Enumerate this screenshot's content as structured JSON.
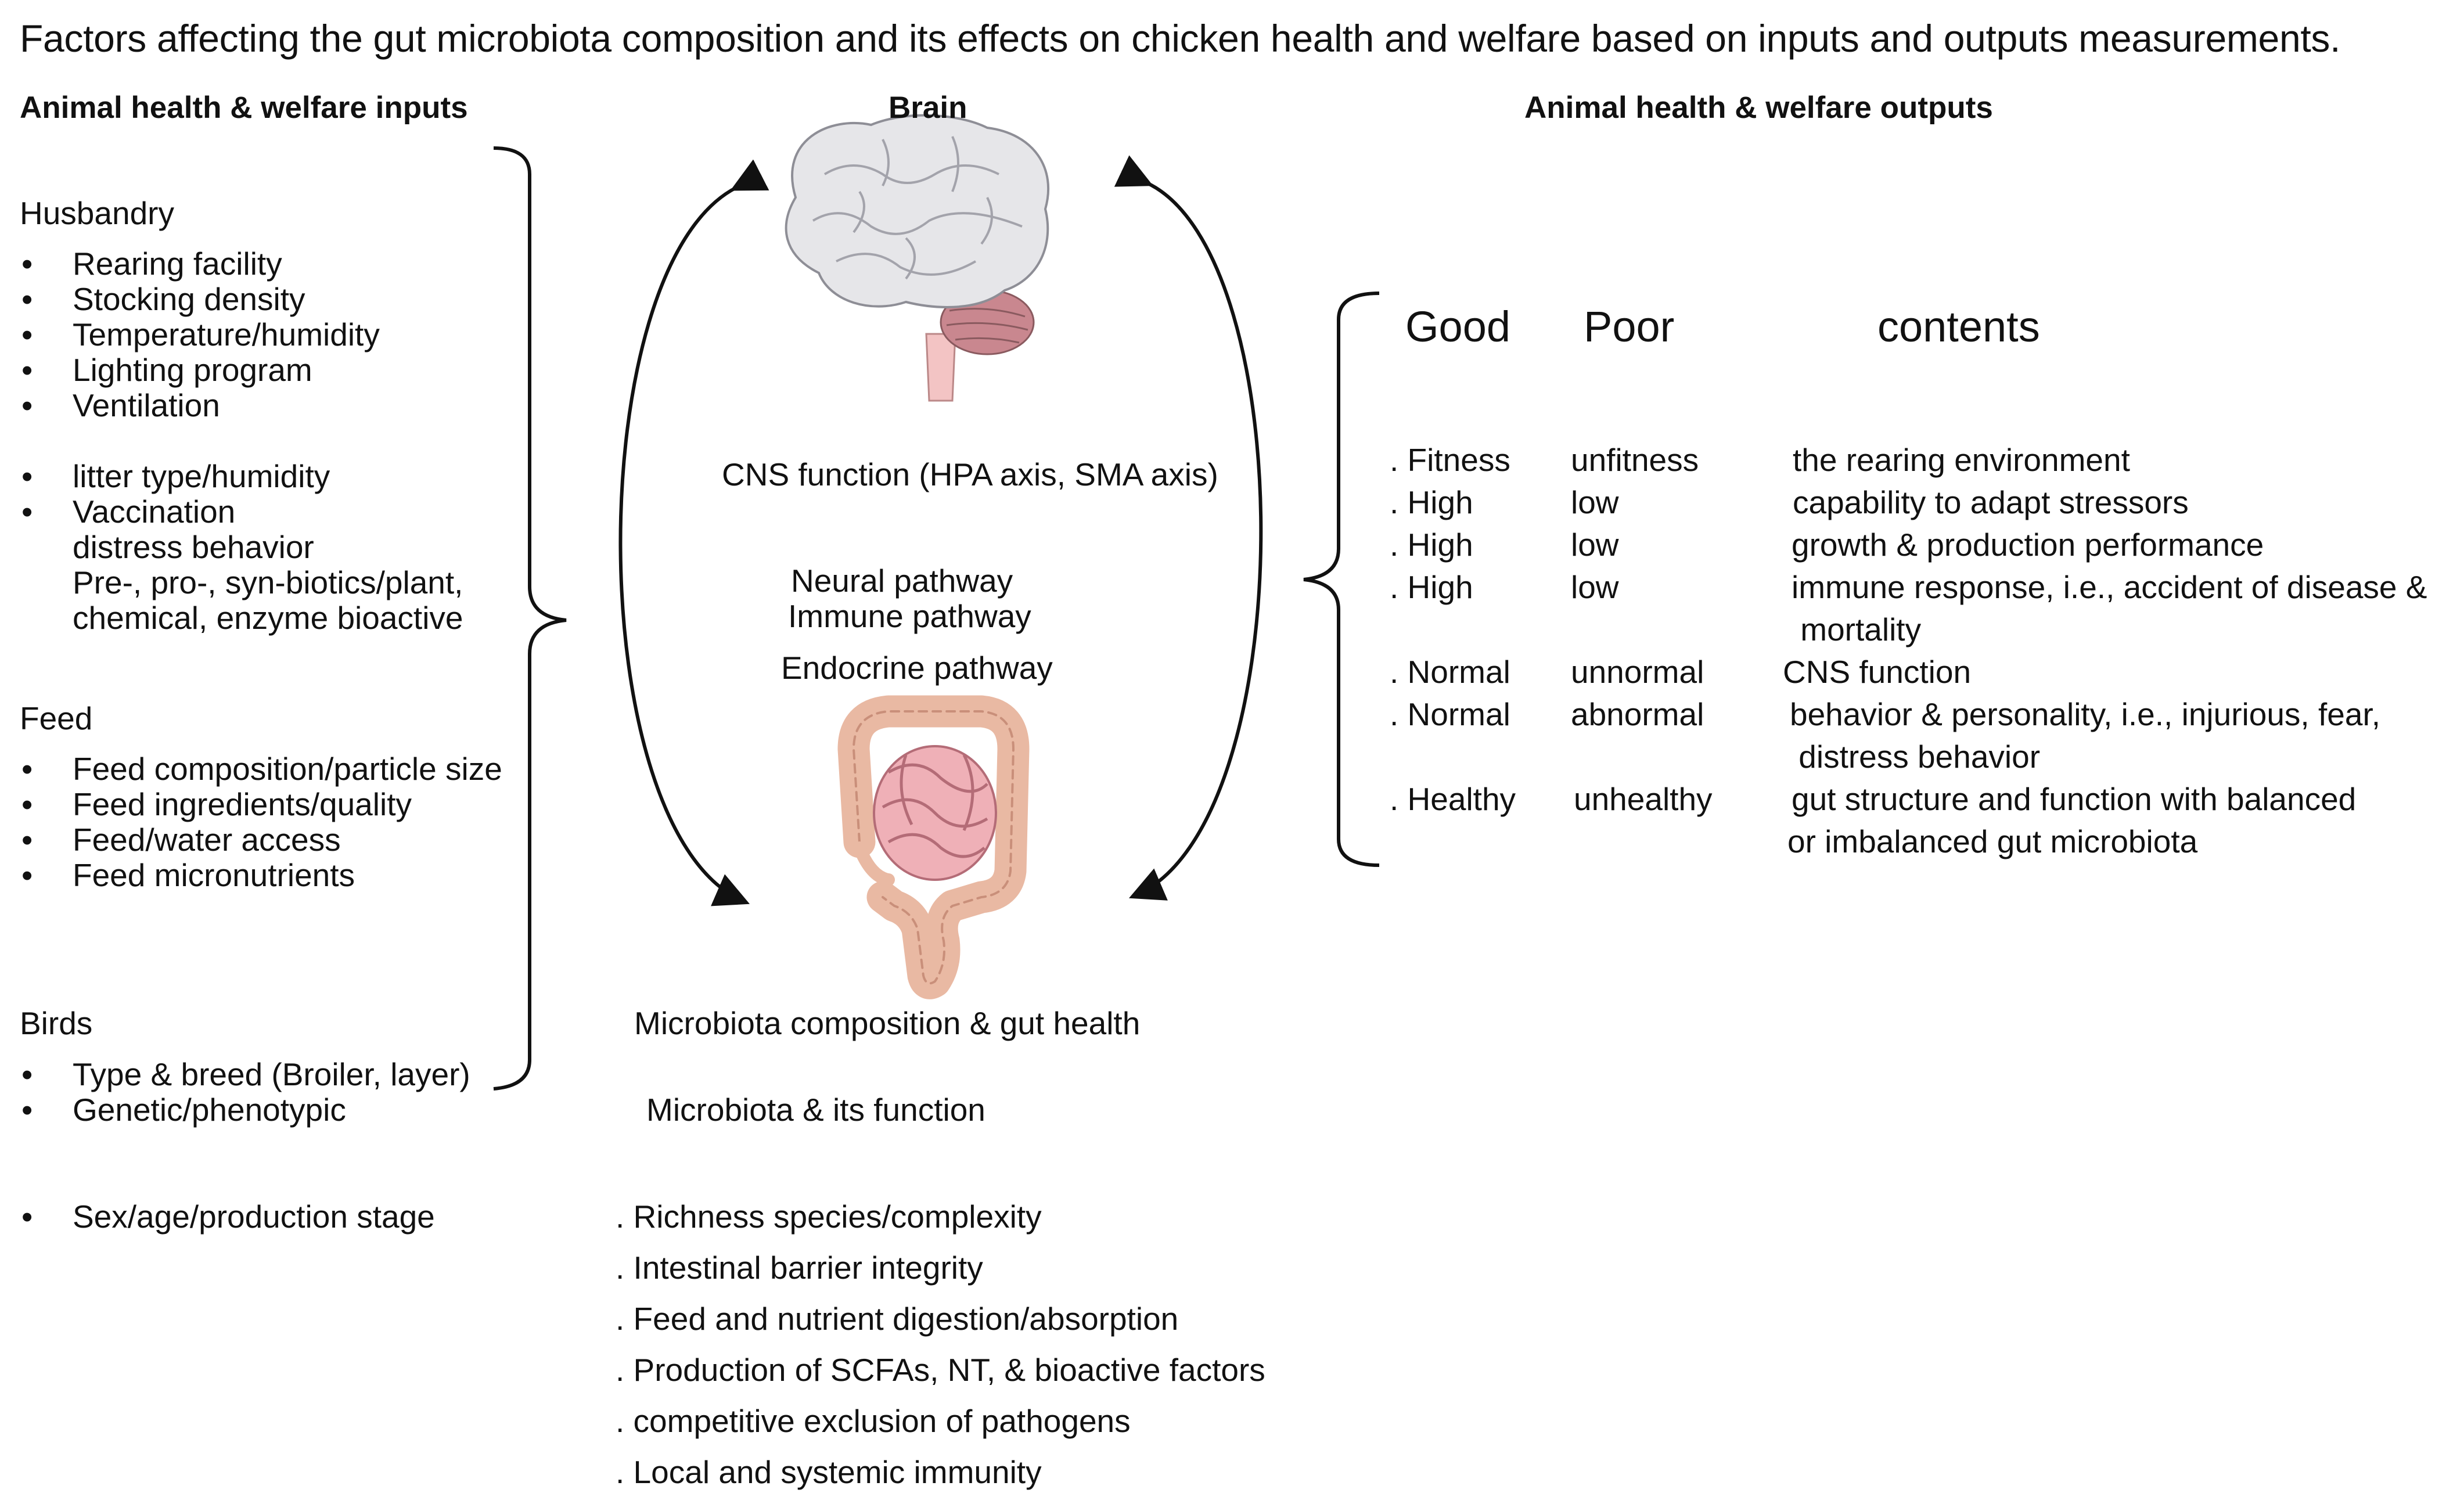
{
  "title": "Factors affecting the gut microbiota composition and its effects on chicken health and welfare based on  inputs and outputs measurements.",
  "inputs": {
    "heading": "Animal health & welfare inputs",
    "husbandry": {
      "label": "Husbandry",
      "items": [
        "Rearing facility",
        "Stocking density",
        "Temperature/humidity",
        "Lighting program",
        "Ventilation",
        "litter type/humidity",
        "Vaccination",
        "distress behavior",
        "Pre-, pro-, syn-biotics/plant,",
        "chemical, enzyme bioactive"
      ]
    },
    "feed": {
      "label": "Feed",
      "items": [
        "Feed composition/particle size",
        "Feed ingredients/quality",
        "Feed/water access",
        "Feed micronutrients"
      ]
    },
    "birds": {
      "label": "Birds",
      "items": [
        "Type & breed (Broiler, layer)",
        "Genetic/phenotypic",
        "Sex/age/production stage"
      ]
    }
  },
  "center": {
    "brain_heading": "Brain",
    "cns": "CNS function (HPA axis, SMA axis)",
    "pathways": [
      "Neural pathway",
      "Immune pathway",
      "Endocrine pathway"
    ],
    "microbiota_comp": "Microbiota composition & gut health",
    "microbiota_func": "Microbiota & its function",
    "functions": [
      ". Richness species/complexity",
      ". Intestinal barrier integrity",
      ". Feed and nutrient digestion/absorption",
      ". Production of SCFAs, NT, & bioactive factors",
      ". competitive exclusion of pathogens",
      ". Local and systemic immunity"
    ]
  },
  "outputs": {
    "heading": "Animal health & welfare outputs",
    "col_good": "Good",
    "col_poor": "Poor",
    "col_contents": "contents",
    "rows": [
      {
        "good": ". Fitness",
        "poor": "unfitness",
        "contents": [
          "the rearing environment"
        ]
      },
      {
        "good": ". High",
        "poor": "low",
        "contents": [
          "capability to adapt stressors"
        ]
      },
      {
        "good": ". High",
        "poor": "low",
        "contents": [
          "growth & production performance"
        ]
      },
      {
        "good": ". High",
        "poor": "low",
        "contents": [
          "immune response, i.e., accident of disease &",
          " mortality"
        ]
      },
      {
        "good": ". Normal",
        "poor": "unnormal",
        "contents": [
          "CNS function"
        ]
      },
      {
        "good": ". Normal",
        "poor": "abnormal",
        "contents": [
          "behavior & personality, i.e., injurious, fear,",
          " distress behavior"
        ]
      },
      {
        "good": ". Healthy",
        "poor": "unhealthy",
        "contents": [
          "gut structure and function with balanced",
          "or imbalanced  gut microbiota"
        ]
      }
    ]
  },
  "icons": [
    "brain-icon",
    "intestine-icon"
  ]
}
